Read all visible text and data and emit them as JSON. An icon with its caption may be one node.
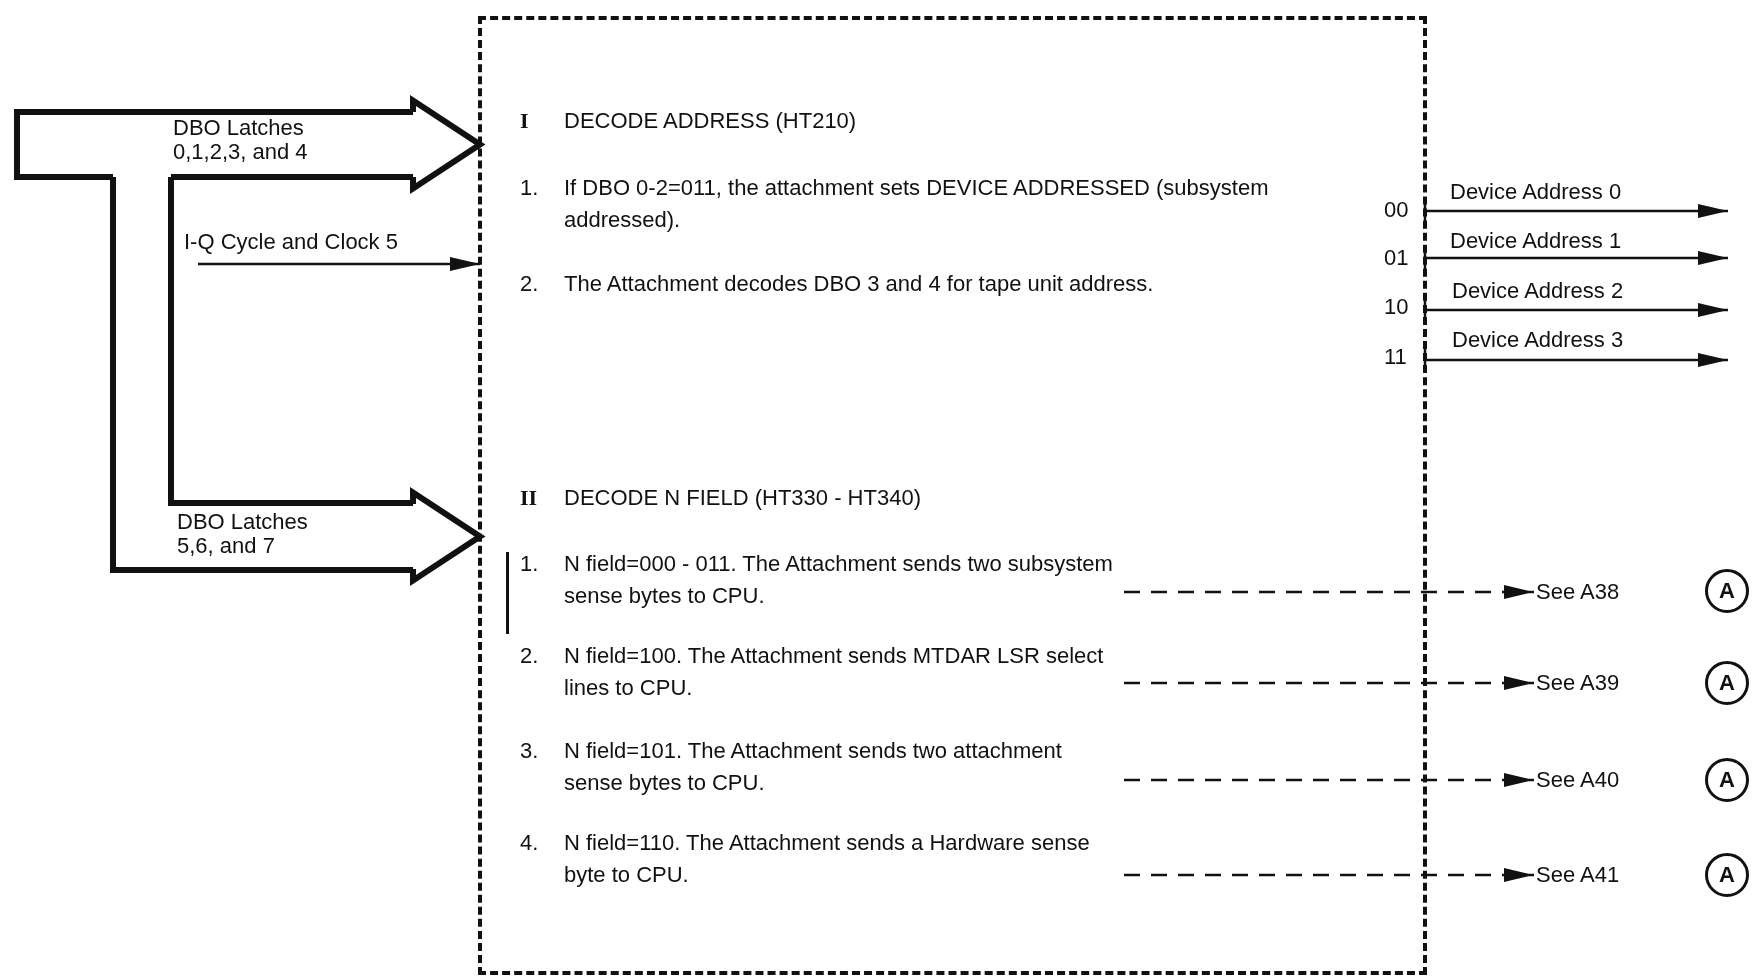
{
  "diagram": {
    "nodes": [
      {
        "text": [],
        "shape": "box"
      },
      {
        "text": [
          "I",
          "DECODE ADDRESS (HT210)"
        ],
        "in": 0
      },
      {
        "text": [
          "1.",
          "If DBO 0-2=011, the attachment sets DEVICE ADDRESSED (subsystem addressed)."
        ],
        "in": 0
      },
      {
        "text": [
          "2.",
          "The Attachment decodes DBO 3 and 4 for tape unit address."
        ],
        "in": 0
      },
      {
        "text": [
          "II",
          "DECODE N FIELD (HT330 - HT340)"
        ],
        "in": 0
      },
      {
        "text": [
          "1.",
          "N field=000 - 011. The Attachment sends two subsystem sense bytes to CPU."
        ],
        "in": 0
      },
      {
        "text": [
          "2.",
          "N field=100. The Attachment sends MTDAR LSR select lines to CPU."
        ],
        "in": 0
      },
      {
        "text": [
          "3.",
          "N field=101. The Attachment sends two attachment sense bytes to CPU."
        ],
        "in": 0
      },
      {
        "text": [
          "4.",
          "N field=110. The Attachment sends a Hardware sense byte to CPU."
        ],
        "in": 0
      },
      {
        "text": [
          "See A38"
        ]
      },
      {
        "text": [
          "See A39"
        ]
      },
      {
        "text": [
          "See A40"
        ]
      },
      {
        "text": [
          "See A41"
        ]
      },
      {
        "text": [
          "A"
        ]
      },
      {
        "text": [
          "A"
        ]
      },
      {
        "text": [
          "A"
        ]
      },
      {
        "text": [
          "A"
        ]
      }
    ],
    "edges": [
      {
        "from": null,
        "to": 0,
        "arrow": "to",
        "label": "DBO Latches 0,1,2,3, and 4",
        "style": "thick"
      },
      {
        "from": null,
        "to": 0,
        "arrow": "to",
        "label": "I-Q Cycle and Clock 5"
      },
      {
        "from": null,
        "to": 0,
        "arrow": "to",
        "label": "DBO Latches 5,6, and 7",
        "style": "thick"
      },
      {
        "from": 0,
        "to": null,
        "arrow": "to",
        "label": "Device Address 0"
      },
      {
        "from": 0,
        "to": null,
        "arrow": "to",
        "label": "Device Address 1"
      },
      {
        "from": 0,
        "to": null,
        "arrow": "to",
        "label": "Device Address 2"
      },
      {
        "from": 0,
        "to": null,
        "arrow": "to",
        "label": "Device Address 3"
      },
      {
        "from": 5,
        "to": 9,
        "arrow": "to",
        "style": "dashed"
      },
      {
        "from": 6,
        "to": 10,
        "arrow": "to",
        "style": "dashed"
      },
      {
        "from": 7,
        "to": 11,
        "arrow": "to",
        "style": "dashed"
      },
      {
        "from": 8,
        "to": 12,
        "arrow": "to",
        "style": "dashed"
      }
    ],
    "labels": [
      "00",
      "01",
      "10",
      "11"
    ]
  }
}
